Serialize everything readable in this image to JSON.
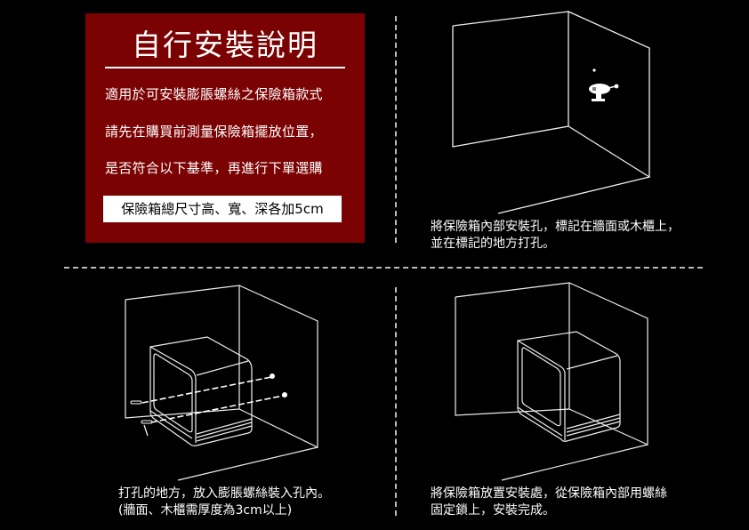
{
  "panel": {
    "title": "自行安裝說明",
    "lines": [
      "適用於可安裝膨脹螺絲之保險箱款式",
      "請先在購買前測量保險箱擺放位置，",
      "是否符合以下基準，再進行下單選購"
    ],
    "note": "保險箱總尺寸高、寬、深各加5cm",
    "bg_color": "#7b0202"
  },
  "steps": [
    {
      "caption_line1": "將保險箱內部安裝孔，標記在牆面或木櫃上，",
      "caption_line2": "並在標記的地方打孔。",
      "icon": "drill-icon"
    },
    {
      "caption_line1": "打孔的地方，放入膨脹螺絲裝入孔內。",
      "caption_line2": "(牆面、木櫃需厚度為3cm以上)",
      "icon": "expansion-screw-icon"
    },
    {
      "caption_line1": "將保險箱放置安裝處，從保險箱內部用螺絲",
      "caption_line2": "固定鎖上，安裝完成。",
      "icon": "safe-icon"
    }
  ]
}
